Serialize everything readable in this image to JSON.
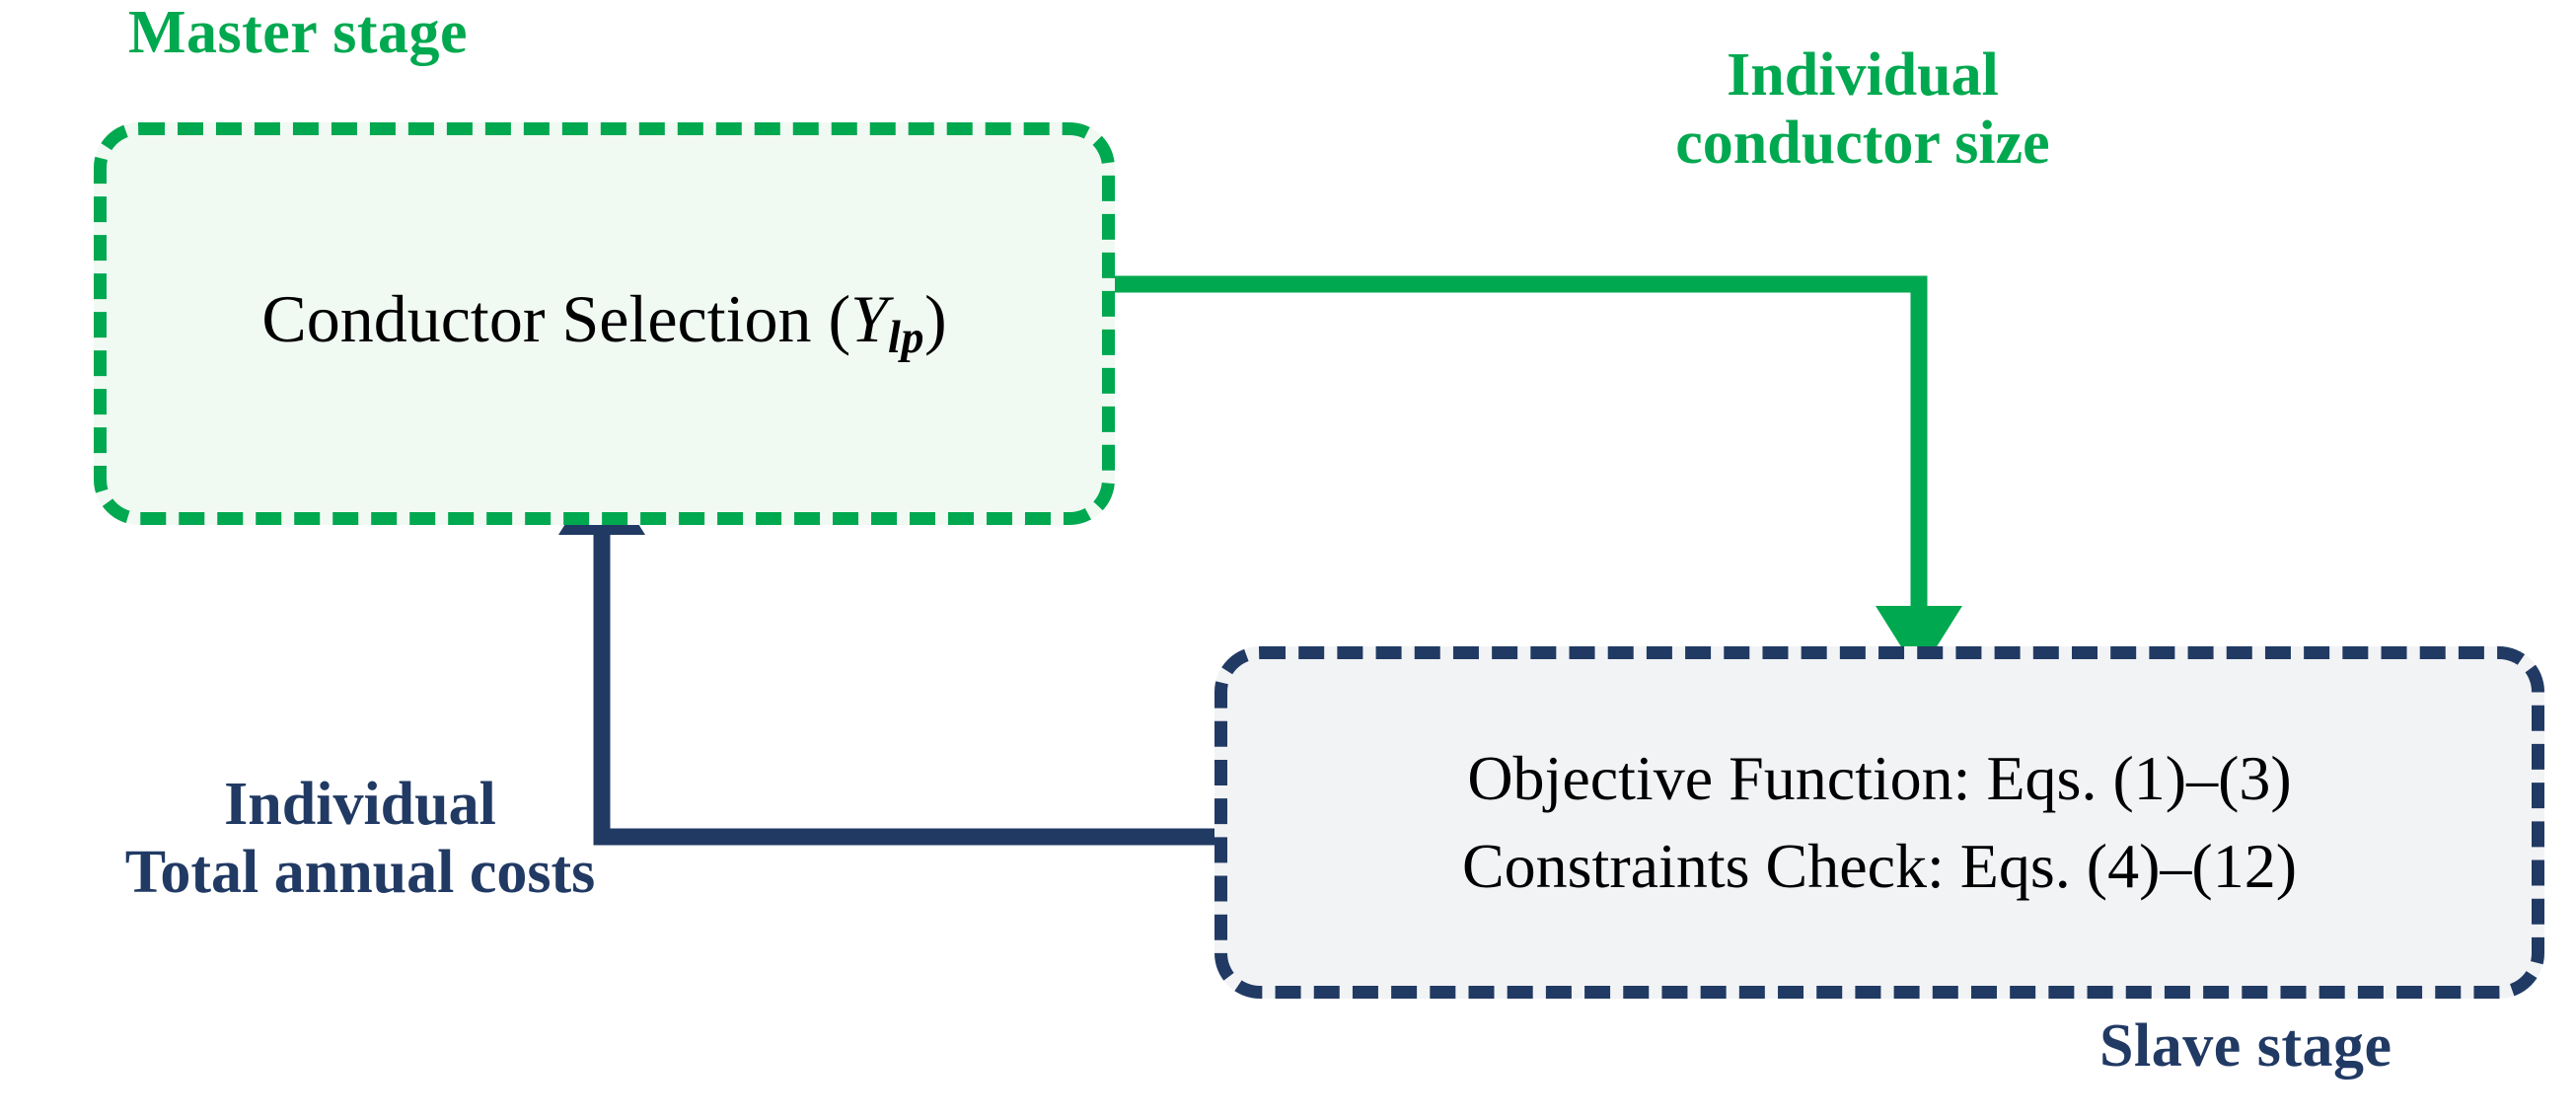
{
  "diagram": {
    "title_master_stage": "Master stage",
    "title_slave_stage": "Slave stage",
    "master_box": {
      "text_prefix": "Conductor Selection (",
      "variable": "Y",
      "variable_subscript": "lp",
      "text_suffix": ")"
    },
    "slave_box": {
      "line1": "Objective Function: Eqs. (1)–(3)",
      "line2": "Constraints Check: Eqs. (4)–(12)"
    },
    "flows": {
      "down_label": "Individual\nconductor size",
      "up_label": "Individual\nTotal annual costs"
    },
    "colors": {
      "green": "#00a84f",
      "navy": "#213a64",
      "master_fill": "#f1f9f3",
      "slave_fill": "#f2f3f5",
      "text": "#000000",
      "background": "#ffffff"
    }
  }
}
